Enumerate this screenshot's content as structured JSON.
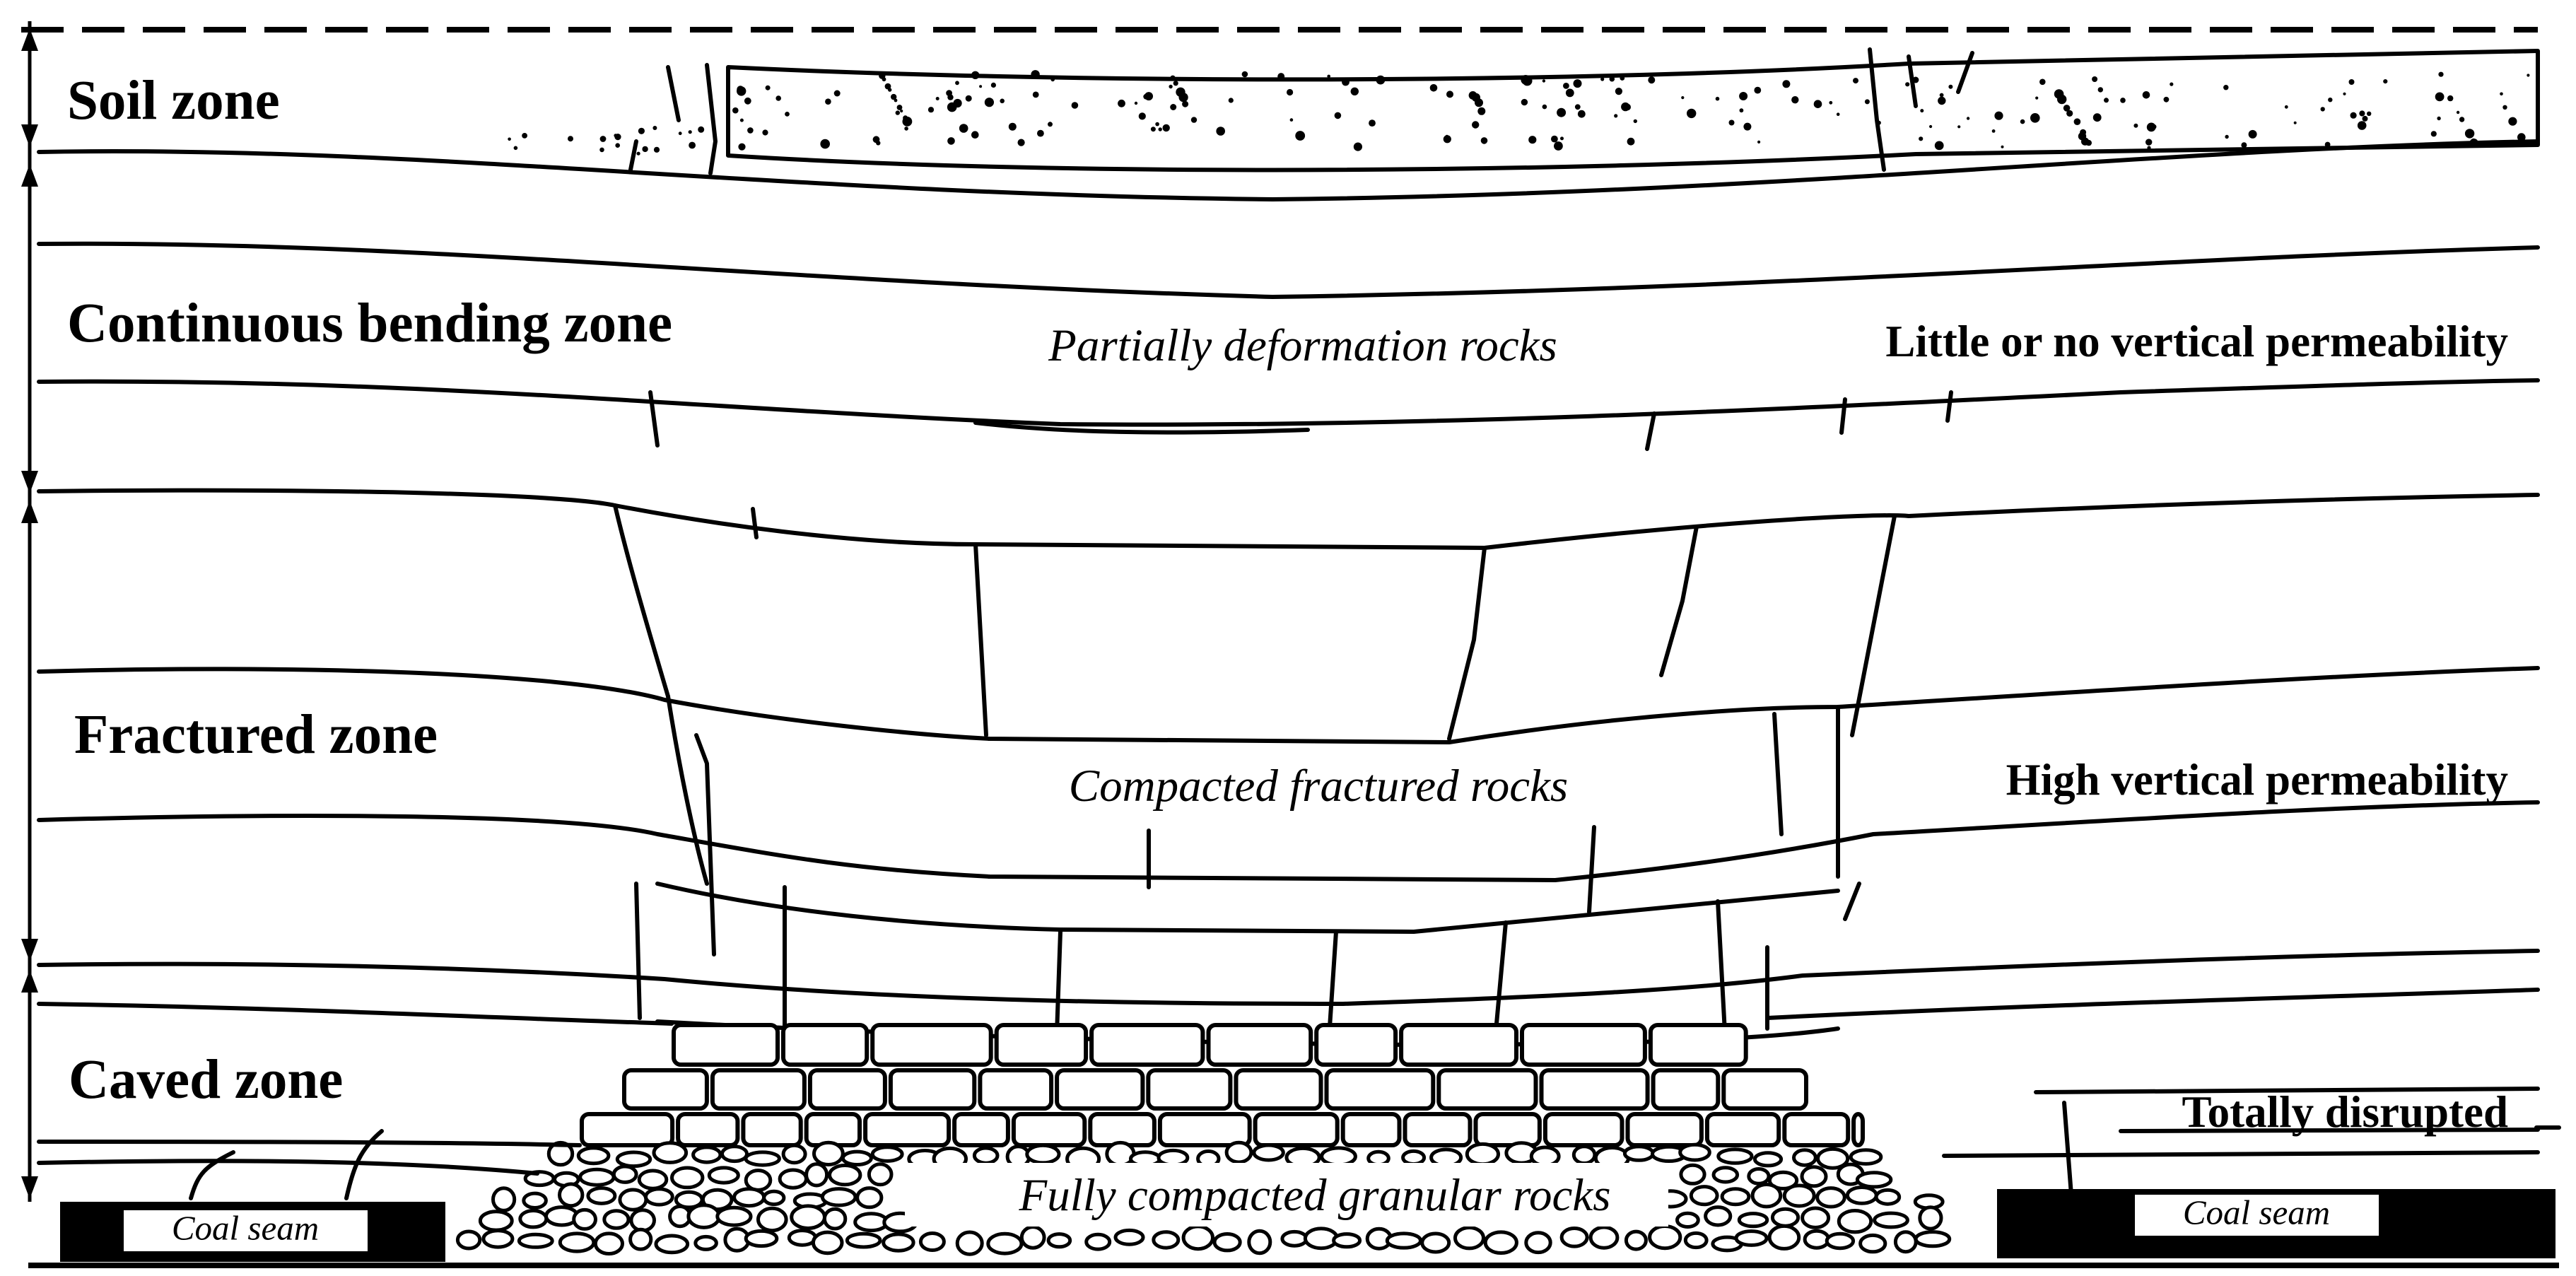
{
  "zones": [
    {
      "id": "soil",
      "label": "Soil zone"
    },
    {
      "id": "bending",
      "label": "Continuous bending  zone"
    },
    {
      "id": "fractured",
      "label": "Fractured zone"
    },
    {
      "id": "caved",
      "label": "Caved zone"
    }
  ],
  "rock_types": {
    "partial": "Partially deformation rocks",
    "compacted": "Compacted fractured rocks",
    "granular": "Fully compacted granular rocks"
  },
  "permeability": {
    "little": "Little or no vertical permeability",
    "high": "High vertical permeability",
    "disrupted": "Totally disrupted"
  },
  "coal_seam": {
    "left": "Coal seam",
    "right": "Coal seam"
  }
}
